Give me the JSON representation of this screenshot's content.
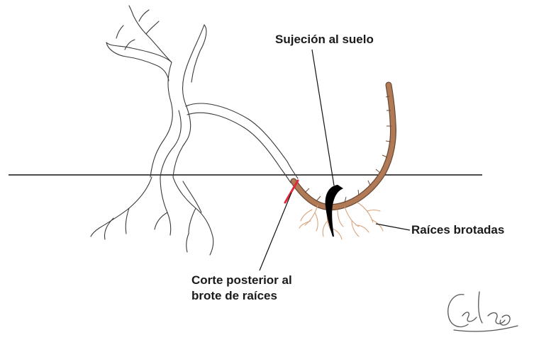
{
  "labels": {
    "soil_fixing": "Sujeción al suelo",
    "sprouted_roots": "Raíces brotadas",
    "cut_line1": "Corte posterior al",
    "cut_line2": "brote de raíces"
  },
  "signature": "Celia",
  "colors": {
    "outline": "#3a3a3a",
    "layered_branch": "#b07a56",
    "branch_stroke": "#6b4a35",
    "cut_mark": "#e0283a",
    "clip": "#000000",
    "roots": "#d9a27a"
  }
}
